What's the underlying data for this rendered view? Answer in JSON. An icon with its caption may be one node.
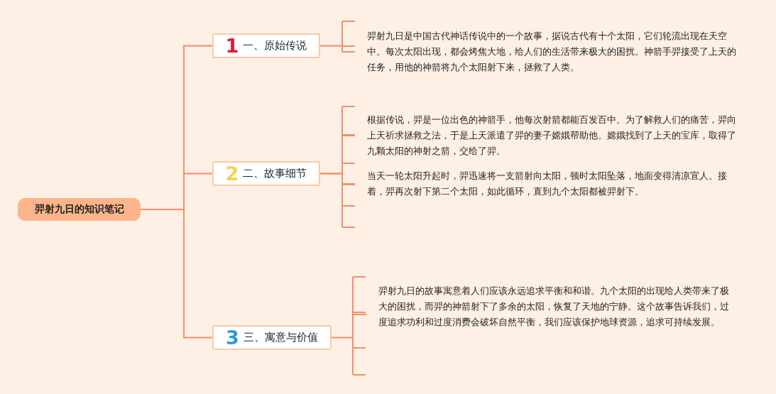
{
  "diagram": {
    "nodes": [
      {
        "text": [
          "羿射九日的知识笔记"
        ]
      },
      {
        "text": [
          "1",
          "一、原始传说"
        ]
      },
      {
        "text": [
          "2",
          "二、故事细节"
        ]
      },
      {
        "text": [
          "3",
          "三、寓意与价值"
        ]
      },
      {
        "text": [
          "羿射九日是中国古代神话传说中的一个故事，据说古代有十个太阳，它们轮流出现在天空中。每次太阳出现，都会烤焦大地，给人们的生活带来极大的困扰。神箭手羿接受了上天的任务，用他的神箭将九个太阳射下来，拯救了人类。"
        ]
      },
      {
        "text": [
          "根据传说，羿是一位出色的神箭手，他每次射箭都能百发百中。为了解救人们的痛苦，羿向上天祈求拯救之法，于是上天派遣了羿的妻子嫦娥帮助他。嫦娥找到了上天的宝库，取得了九颗太阳的神射之箭，交给了羿。"
        ]
      },
      {
        "text": [
          "当天一轮太阳升起时，羿迅速将一支箭射向太阳，顿时太阳坠落，地面变得清凉宜人。接着，羿再次射下第二个太阳，如此循环，直到九个太阳都被羿射下。"
        ]
      },
      {
        "text": [
          "羿射九日的故事寓意着人们应该永远追求平衡和和谐。九个太阳的出现给人类带来了极大的困扰，而羿的神箭射下了多余的太阳，恢复了天地的宁静。这个故事告诉我们，过度追求功利和过度消费会破坏自然平衡，我们应该保护地球资源，追求可持续发展。"
        ]
      }
    ],
    "edges": [
      {
        "from": 0,
        "to": 1,
        "arrow": "none"
      },
      {
        "from": 0,
        "to": 2,
        "arrow": "none"
      },
      {
        "from": 0,
        "to": 3,
        "arrow": "none"
      },
      {
        "from": 1,
        "to": 4,
        "arrow": "none"
      },
      {
        "from": 2,
        "to": 5,
        "arrow": "none"
      },
      {
        "from": 2,
        "to": 6,
        "arrow": "none"
      },
      {
        "from": 3,
        "to": 7,
        "arrow": "none"
      }
    ]
  }
}
